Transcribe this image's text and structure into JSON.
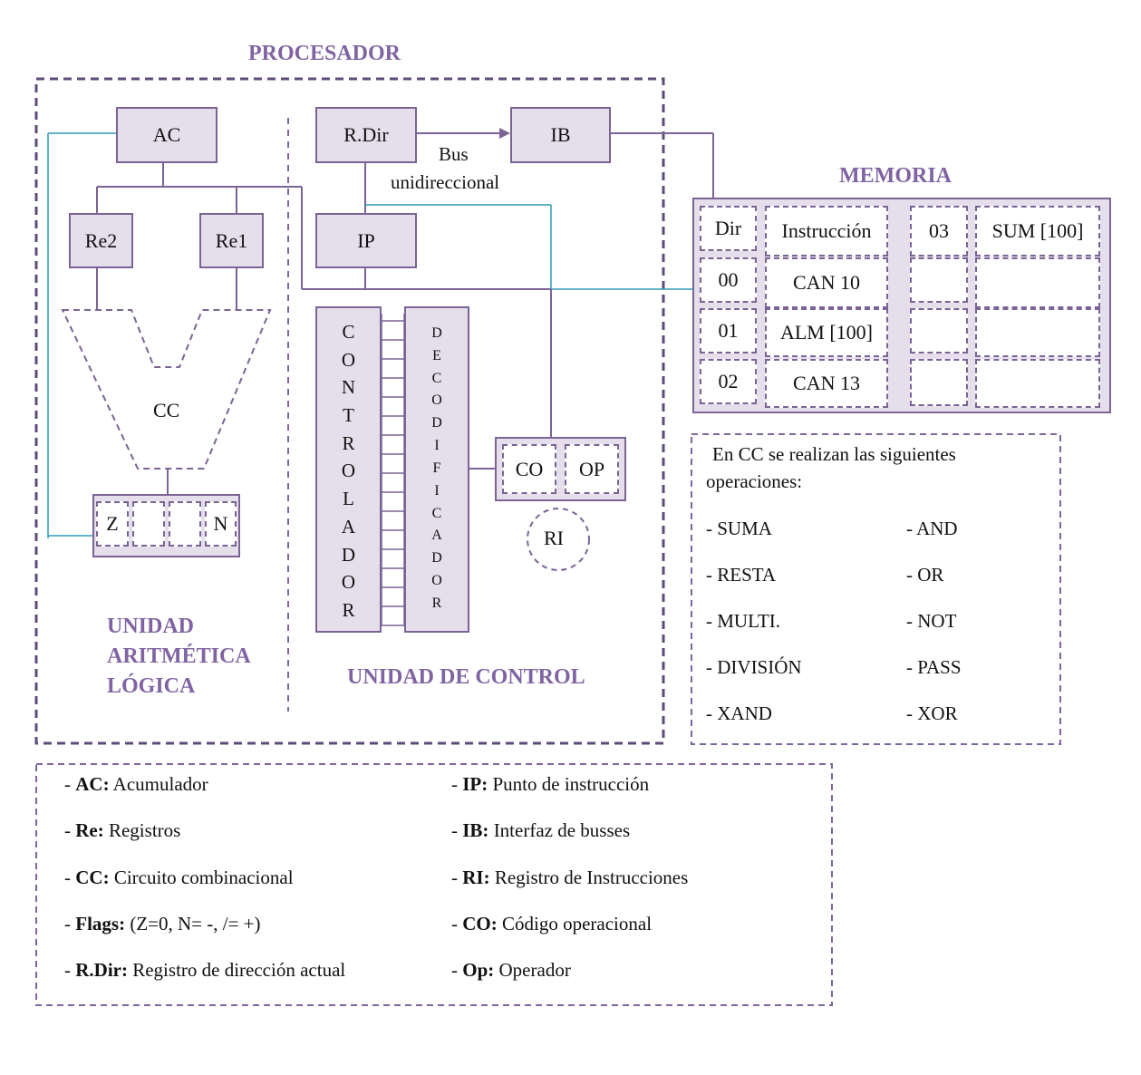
{
  "titles": {
    "procesador": "PROCESADOR",
    "memoria": "MEMORIA",
    "alu_line1": "UNIDAD",
    "alu_line2": "ARITMÉTICA",
    "alu_line3": "LÓGICA",
    "control": "UNIDAD DE CONTROL"
  },
  "registers": {
    "ac": "AC",
    "re2": "Re2",
    "re1": "Re1",
    "rdir": "R.Dir",
    "ib": "IB",
    "ip": "IP",
    "cc": "CC",
    "co": "CO",
    "op": "OP",
    "ri": "RI"
  },
  "flags": [
    "Z",
    "",
    "",
    "N"
  ],
  "bus_label_line1": "Bus",
  "bus_label_line2": "unidireccional",
  "controlador": [
    "C",
    "O",
    "N",
    "T",
    "R",
    "O",
    "L",
    "A",
    "D",
    "O",
    "R"
  ],
  "decodificador": [
    "D",
    "E",
    "C",
    "O",
    "D",
    "I",
    "F",
    "I",
    "C",
    "A",
    "D",
    "O",
    "R"
  ],
  "memory": {
    "headers": [
      "Dir",
      "Instrucción",
      "03",
      "SUM [100]"
    ],
    "rows": [
      [
        "00",
        "CAN 10",
        "",
        ""
      ],
      [
        "01",
        "ALM [100]",
        "",
        ""
      ],
      [
        "02",
        "CAN 13",
        "",
        ""
      ]
    ]
  },
  "operations": {
    "intro_line1": "En CC se realizan las siguientes",
    "intro_line2": "operaciones:",
    "left": [
      "- SUMA",
      "- RESTA",
      "- MULTI.",
      "- DIVISIÓN",
      "- XAND"
    ],
    "right": [
      "- AND",
      "- OR",
      "- NOT",
      "- PASS",
      "- XOR"
    ]
  },
  "legend": {
    "left": [
      {
        "term": "AC:",
        "desc": " Acumulador"
      },
      {
        "term": "Re:",
        "desc": " Registros"
      },
      {
        "term": "CC:",
        "desc": " Circuito combinacional"
      },
      {
        "term": "Flags:",
        "desc": " (Z=0, N= -, /= +)"
      },
      {
        "term": "R.Dir:",
        "desc": " Registro de dirección actual"
      }
    ],
    "right": [
      {
        "term": "IP:",
        "desc": " Punto de instrucción"
      },
      {
        "term": "IB:",
        "desc": " Interfaz de busses"
      },
      {
        "term": "RI:",
        "desc": " Registro de Instrucciones"
      },
      {
        "term": "CO:",
        "desc": " Código operacional"
      },
      {
        "term": "Op:",
        "desc": " Operador"
      }
    ]
  },
  "colors": {
    "purple": "#8064a2",
    "border": "#7b6495",
    "fill": "#e5dfec",
    "frame": "#5f4b7a",
    "cyan": "#2e9ab5"
  }
}
